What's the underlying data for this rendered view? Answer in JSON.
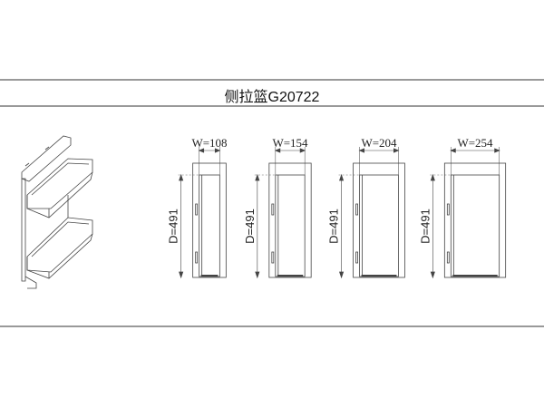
{
  "title": "侧拉篮G20722",
  "units": [
    {
      "width_label": "W=108",
      "depth_label": "D=491",
      "width": 108
    },
    {
      "width_label": "W=154",
      "depth_label": "D=491",
      "width": 154
    },
    {
      "width_label": "W=204",
      "depth_label": "D=491",
      "width": 204
    },
    {
      "width_label": "W=254",
      "depth_label": "D=491",
      "width": 254
    }
  ]
}
